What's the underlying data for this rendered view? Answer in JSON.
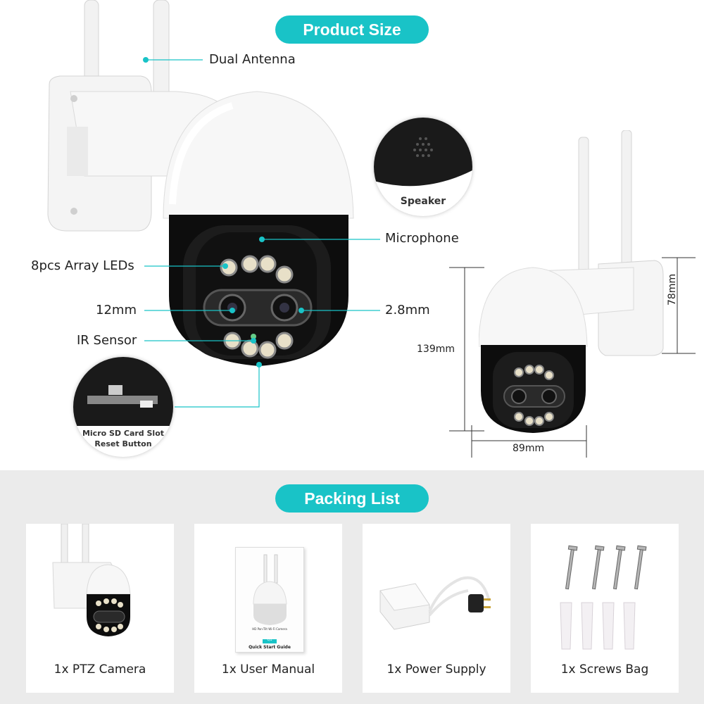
{
  "product_size": {
    "title": "Product Size",
    "callouts": {
      "dual_antenna": "Dual Antenna",
      "microphone": "Microphone",
      "array_leds": "8pcs Array LEDs",
      "lens_12mm": "12mm",
      "lens_28mm": "2.8mm",
      "ir_sensor": "IR Sensor"
    },
    "speaker_label": "Speaker",
    "sd_card_label_line1": "Micro SD Card Slot",
    "sd_card_label_line2": "Reset Button",
    "dimensions": {
      "height": "139mm",
      "width": "89mm",
      "depth": "78mm"
    }
  },
  "packing_list": {
    "title": "Packing List",
    "items": [
      {
        "label": "1x PTZ Camera",
        "icon": "ptz-camera-image"
      },
      {
        "label": "1x User Manual",
        "icon": "user-manual-image"
      },
      {
        "label": "1x Power Supply",
        "icon": "power-supply-image"
      },
      {
        "label": "1x Screws Bag",
        "icon": "screws-bag-image"
      }
    ],
    "manual_cover": {
      "subtitle": "HD Pan-Tilt Wi-Fi Camera",
      "model": "Q1",
      "guide": "Quick Start Guide"
    }
  },
  "colors": {
    "accent": "#19c3c7",
    "packing_bg": "#ebebeb"
  }
}
